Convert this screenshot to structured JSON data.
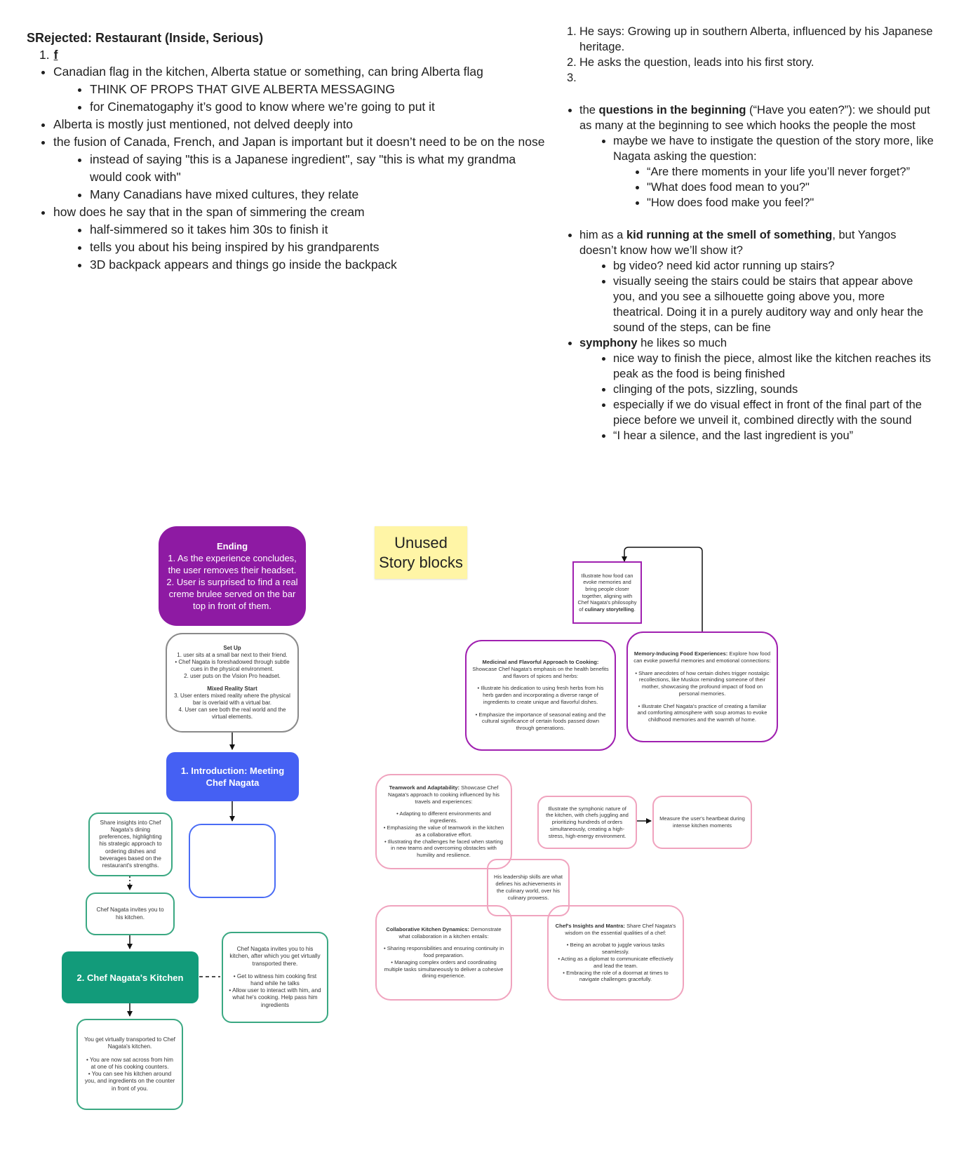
{
  "left_notes": {
    "title": "SRejected: Restaurant (Inside, Serious)",
    "numbered_item": {
      "num": "1.",
      "text": "f"
    },
    "bullets": [
      {
        "text": "Canadian flag in the kitchen, Alberta statue or something, can bring Alberta flag",
        "sub": [
          "THINK OF PROPS THAT GIVE ALBERTA MESSAGING",
          "for Cinematogaphy it’s good to know where we’re going to put it"
        ]
      },
      {
        "text": "Alberta is mostly just mentioned, not delved deeply into",
        "sub": []
      },
      {
        "text": "the fusion of Canada, French, and Japan is important but it doesn’t need to be on the nose",
        "sub": [
          "instead of saying \"this is a Japanese ingredient\", say \"this is what my grandma would cook with\"",
          "Many Canadians have mixed cultures, they relate"
        ]
      },
      {
        "text": "how does he say that in the span of simmering the cream",
        "sub": [
          "half-simmered so it takes him 30s to finish it",
          "tells you about his being inspired by his grandparents",
          "3D backpack appears and things go inside the backpack"
        ]
      }
    ]
  },
  "right_notes": {
    "numbered": [
      {
        "num": "1.",
        "text": "He says: Growing up in southern Alberta, influenced by his Japanese heritage."
      },
      {
        "num": "2.",
        "text": "He asks the question, leads into his first story."
      },
      {
        "num": "3.",
        "text": ""
      }
    ],
    "b1": {
      "pre": "the ",
      "bold": "questions in the beginning",
      "post": " (“Have you eaten?”): we should put as many at the beginning to see which hooks the people the most",
      "sub": "maybe we have to instigate the question of the story more, like Nagata asking the question:",
      "subsub": [
        "“Are there moments in your life you’ll never forget?”",
        "\"What does food mean to you?\"",
        "\"How does food make you feel?\""
      ]
    },
    "b2": {
      "pre": "him as a ",
      "bold": "kid running at the smell of something",
      "post": ", but Yangos doesn’t know how we’ll show it?",
      "sub": [
        "bg video? need kid actor running up stairs?",
        "visually seeing the stairs could be stairs that appear above you, and you see a silhouette going above you, more theatrical. Doing it in a purely auditory way and only hear the sound of the steps, can be fine"
      ]
    },
    "b3": {
      "bold": "symphony",
      "post": " he likes so much",
      "sub": [
        "nice way to finish the piece, almost like the kitchen reaches its peak as the food is being finished",
        "clinging of the pots, sizzling, sounds",
        "especially if we do visual effect in front of the final part of the piece before we unveil it, combined directly with the sound",
        "“I hear a silence, and the last ingredient is you”"
      ]
    }
  },
  "flow": {
    "ending": {
      "title": "Ending",
      "lines": [
        "1. As the experience concludes, the user removes their headset.",
        "2. User is surprised to find a real creme brulee served on the bar top in front of them."
      ]
    },
    "setup": {
      "title1": "Set Up",
      "lines1": [
        "1. user sits at a small bar next to their friend.",
        "• Chef Nagata is foreshadowed through subtle cues in the physical environment.",
        "2. user puts on the Vision Pro headset."
      ],
      "title2": "Mixed Reality Start",
      "lines2": [
        "3. User enters mixed reality where the physical bar is overlaid with a virtual bar.",
        "4. User can see both the real world and the virtual elements."
      ]
    },
    "intro": "1. Introduction: Meeting Chef Nagata",
    "insights": "Share insights into Chef Nagata's dining preferences, highlighting his strategic approach to ordering dishes and beverages based on the restaurant's strengths.",
    "invites": "Chef Nagata invites you to his kitchen.",
    "kitchen": "2. Chef Nagata's Kitchen",
    "kitchen_side": {
      "p1": "Chef Nagata invites you to his kitchen, after which you get virtually transported there.",
      "lines": [
        "• Get to witness him cooking first hand while he talks",
        "• Allow user to interact with him, and what he's cooking. Help pass him ingredients"
      ]
    },
    "transported": {
      "p1": "You get virtually transported to Chef Nagata's kitchen.",
      "lines": [
        "• You are now sat across from him at one of his cooking counters.",
        "• You can see his kitchen around you, and ingredients on the counter in front of you."
      ]
    }
  },
  "sticky": {
    "line1": "Unused",
    "line2": "Story blocks"
  },
  "unused": {
    "culinary": {
      "pre": "Illustrate how food can evoke memories and bring people closer together, aligning with Chef Nagata's philosophy of ",
      "bold": "culinary storytelling",
      "post": "."
    },
    "medicinal": {
      "bold": "Medicinal and Flavorful Approach to Cooking:",
      "rest": " Showcase Chef Nagata's emphasis on the health benefits and flavors of spices and herbs:",
      "lines": [
        "• Illustrate his dedication to using fresh herbs from his herb garden and incorporating a diverse range of ingredients to create unique and flavorful dishes.",
        "• Emphasize the importance of seasonal eating and the cultural significance of certain foods passed down through generations."
      ]
    },
    "memory": {
      "bold": "Memory-Inducing Food Experiences:",
      "rest": " Explore how food can evoke powerful memories and emotional connections:",
      "lines": [
        "• Share anecdotes of how certain dishes trigger nostalgic recollections, like Muskox reminding someone of their mother, showcasing the profound impact of food on personal memories.",
        "• Illustrate Chef Nagata's practice of creating a familiar and comforting atmosphere with soup aromas to evoke childhood memories and the warmth of home."
      ]
    },
    "teamwork": {
      "bold": "Teamwork and Adaptability:",
      "rest": " Showcase Chef Nagata's approach to cooking influenced by his travels and experiences:",
      "lines": [
        "• Adapting to different environments and ingredients.",
        "• Emphasizing the value of teamwork in the kitchen as a collaborative effort.",
        "• Illustrating the challenges he faced when starting in new teams and overcoming obstacles with humility and resilience."
      ]
    },
    "symphonic": "Illustrate the symphonic nature of the kitchen, with chefs juggling and prioritizing hundreds of orders simultaneously, creating a high-stress, high-energy environment.",
    "heartbeat": "Measure the user's heartbeat during intense kitchen moments",
    "leadership": "His leadership skills are what defines his achievements in the culinary world, over his culinary prowess.",
    "collab": {
      "bold": "Collaborative Kitchen Dynamics:",
      "rest": " Demonstrate what collaboration in a kitchen entails:",
      "lines": [
        "• Sharing responsibilities and ensuring continuity in food preparation.",
        "• Managing complex orders and coordinating multiple tasks simultaneously to deliver a cohesive dining experience."
      ]
    },
    "mantra": {
      "bold": "Chef's Insights and Mantra:",
      "rest": " Share Chef Nagata's wisdom on the essential qualities of a chef:",
      "lines": [
        "• Being an acrobat to juggle various tasks seamlessly.",
        "• Acting as a diplomat to communicate effectively and lead the team.",
        "• Embracing the role of a doormat at times to navigate challenges gracefully."
      ]
    }
  }
}
